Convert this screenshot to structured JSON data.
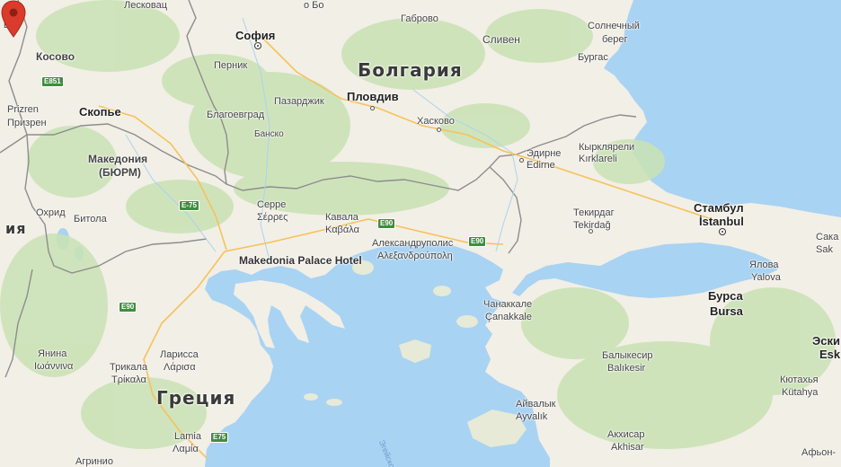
{
  "countries": {
    "bulgaria": "Болгария",
    "greece": "Греция",
    "macedonia_1": "Македония",
    "macedonia_2": "(БЮРМ)",
    "albania_partial": "ия"
  },
  "cities": {
    "leskovac": "Лесковац",
    "gabrovo": "Габрово",
    "solnechny_1": "Солнечный",
    "solnechny_2": "берег",
    "sofia": "София",
    "sliven": "Сливен",
    "kosovo": "Косово",
    "pernik": "Перник",
    "burgas": "Бургас",
    "prizren_lat": "Prizren",
    "skopje": "Скопье",
    "pazardzhik": "Пазарджик",
    "plovdiv": "Пловдив",
    "prizren_cyr": "Призрен",
    "blagoevgrad": "Благоевград",
    "haskovo": "Хасково",
    "bansko": "Банско",
    "edirne_cyr": "Эдирне",
    "edirne_lat": "Edirne",
    "kirklareli_cyr": "Кырклярели",
    "kirklareli_lat": "Kırklareli",
    "serres_cyr": "Серре",
    "serres_gr": "Σέρρες",
    "ohrid": "Охрид",
    "bitola": "Битола",
    "kavala_cyr": "Кавала",
    "kavala_gr": "Καβάλα",
    "tekirdag_cyr": "Текирдаг",
    "tekirdag_lat": "Tekirdağ",
    "istanbul_cyr": "Стамбул",
    "istanbul_lat": "İstanbul",
    "alexandroupoli_cyr": "Александруполис",
    "alexandroupoli_gr": "Αλεξανδρούπολη",
    "sakarya_partial_1": "Сака",
    "sakarya_partial_2": "Sak",
    "yalova_cyr": "Ялова",
    "yalova_lat": "Yalova",
    "canakkale_cyr": "Чанаккале",
    "canakkale_lat": "Çanakkale",
    "bursa_cyr": "Бурса",
    "bursa_lat": "Bursa",
    "ioannina_cyr": "Янина",
    "ioannina_gr": "Ιωάννινα",
    "larissa_cyr": "Ларисса",
    "larissa_gr": "Λάρισα",
    "balikesir_cyr": "Балыкесир",
    "balikesir_lat": "Balıkesir",
    "eskisehir_partial_1": "Эски",
    "eskisehir_partial_2": "Esk",
    "trikala_cyr": "Трикала",
    "trikala_gr": "Τρίκαλα",
    "kutahya_cyr": "Кютахья",
    "kutahya_lat": "Kütahya",
    "ayvalik_cyr": "Айвалык",
    "ayvalik_lat": "Ayvalık",
    "lamia_lat": "Lamia",
    "lamia_gr": "Λαμία",
    "akhisar_cyr": "Акхисар",
    "akhisar_lat": "Akhisar",
    "afyon_partial": "Афьон-",
    "agrinio_partial": "Агринио",
    "ivanovo_partial": "о Бо",
    "partial_left": "ве"
  },
  "roads": {
    "e851": "E851",
    "e75_north": "E-75",
    "e90_kavala": "E90",
    "e90_alex": "E90",
    "e90_greece": "E90",
    "e75_south": "E75"
  },
  "seas": {
    "aegean": "Эгейское"
  },
  "poi": {
    "label": "Makedonia Palace Hotel",
    "marker_icon": "map-pin-icon",
    "marker_color": "#db3b2c"
  },
  "colors": {
    "sea": "#a9d3f2",
    "land": "#f2efe6",
    "forest": "#c9e2b4",
    "border": "#8d8d8d"
  }
}
